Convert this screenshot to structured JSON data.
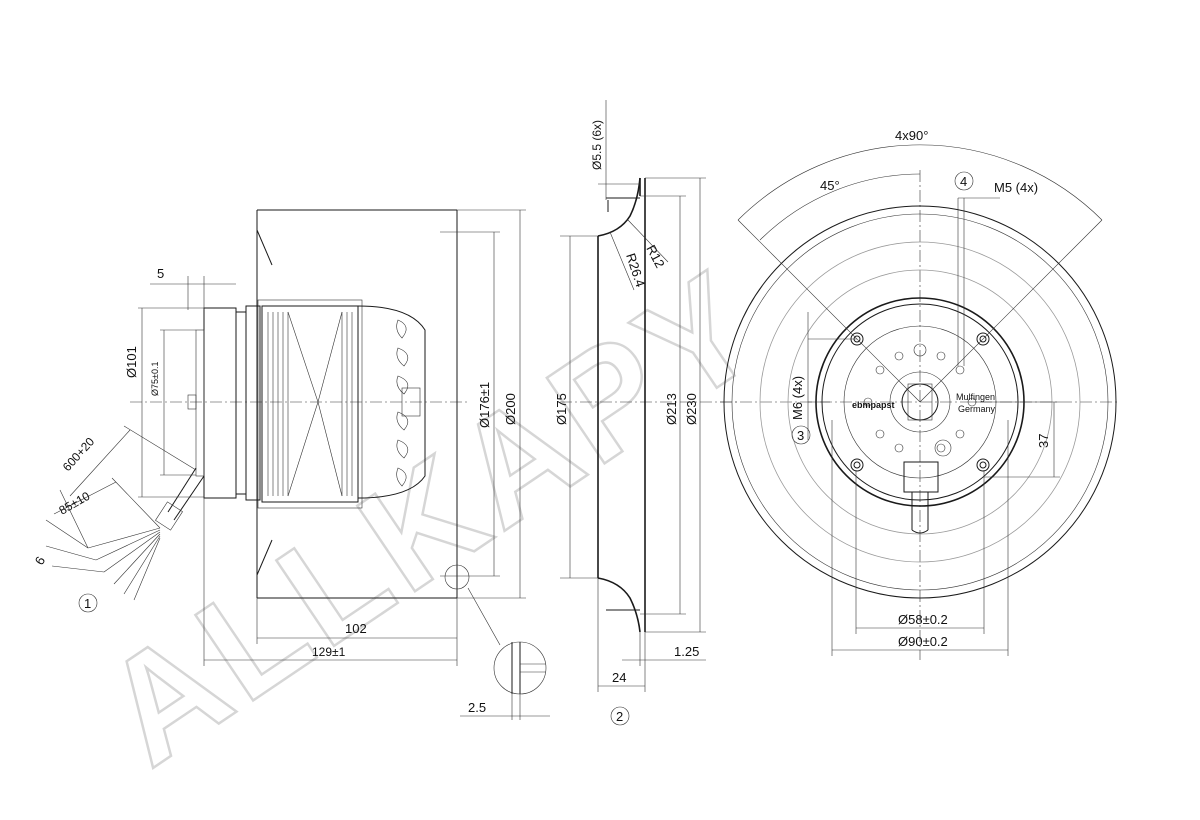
{
  "watermark": "ALLKAPY",
  "side_view": {
    "dimensions": {
      "d101": "Ø101",
      "d75": "Ø75±0.1",
      "d176": "Ø176±1",
      "d200": "Ø200",
      "five": "5",
      "len102": "102",
      "len129": "129±1",
      "cable600": "600+20",
      "strip85": "85±10",
      "six": "6",
      "t25": "2.5"
    },
    "callout_1": "1"
  },
  "section_view": {
    "dimensions": {
      "hole": "Ø5.5 (6x)",
      "r12": "R12",
      "r264": "R26.4",
      "d175": "Ø175",
      "d213": "Ø213",
      "d230": "Ø230",
      "w24": "24",
      "t125": "1.25"
    },
    "callout_2": "2"
  },
  "front_view": {
    "dimensions": {
      "angle4x90": "4x90°",
      "angle45": "45°",
      "m5": "M5 (4x)",
      "m6": "M6 (4x)",
      "d58": "Ø58±0.2",
      "d90": "Ø90±0.2",
      "h37": "37"
    },
    "callout_3": "3",
    "callout_4": "4",
    "label_brand": "ebmpapst",
    "label_location": "Mulfingen",
    "label_country": "Germany"
  }
}
